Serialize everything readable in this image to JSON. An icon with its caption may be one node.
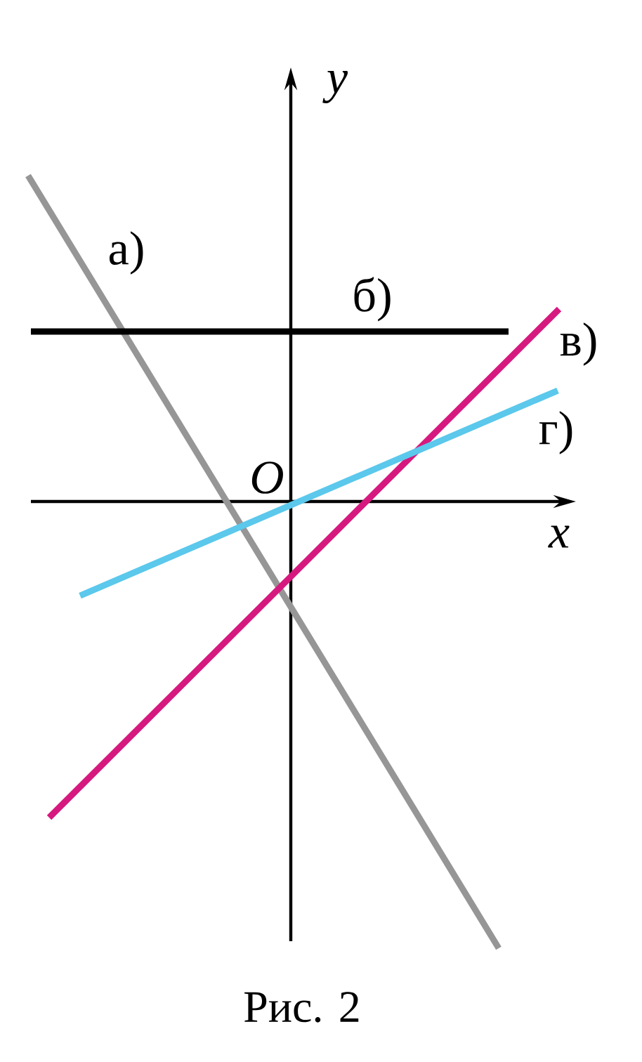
{
  "diagram": {
    "caption": "Рис. 2",
    "labels": [
      "y",
      "а)",
      "б)",
      "в)",
      "г)",
      "O",
      "x"
    ]
  }
}
